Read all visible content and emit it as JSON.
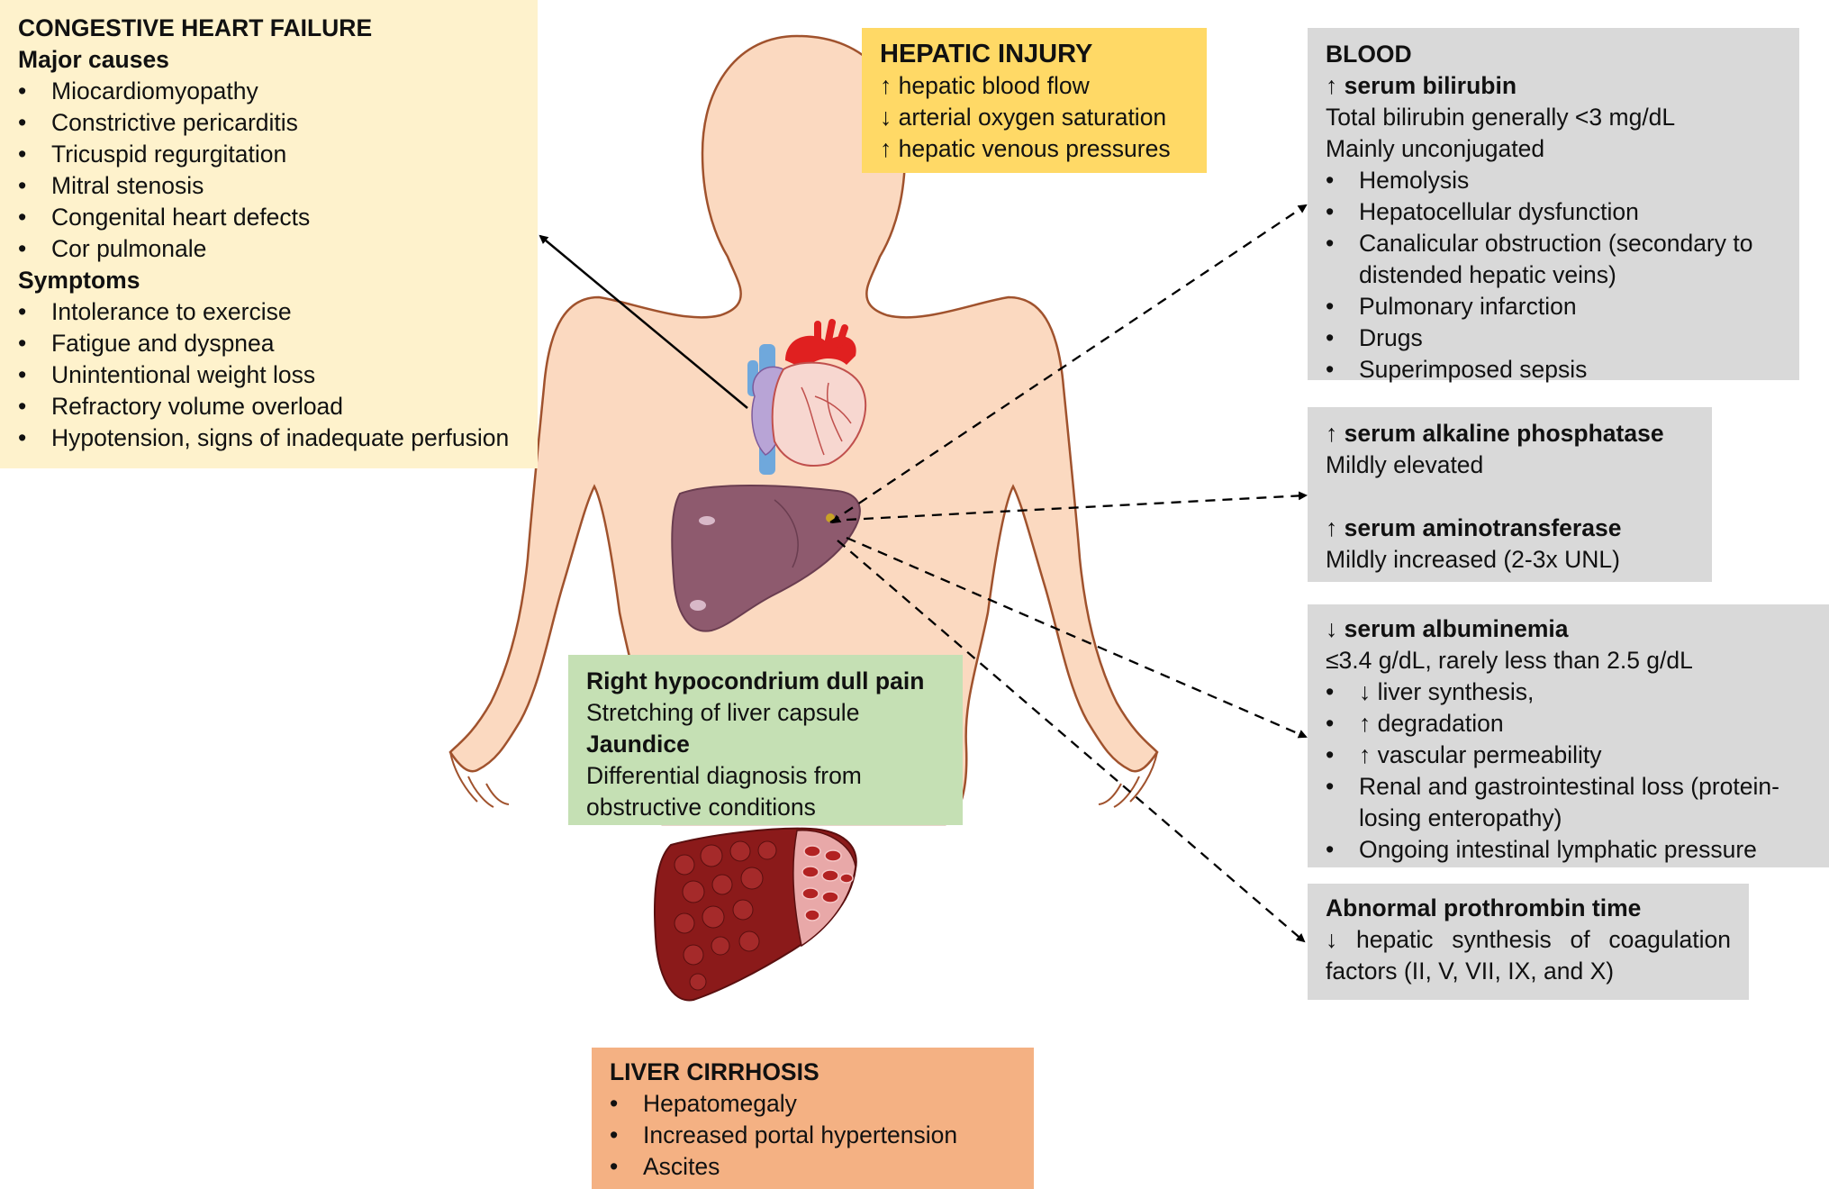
{
  "chf": {
    "title": "CONGESTIVE HEART FAILURE",
    "causes_heading": "Major causes",
    "causes": [
      "Miocardiomyopathy",
      "Constrictive pericarditis",
      "Tricuspid regurgitation",
      "Mitral stenosis",
      "Congenital heart defects",
      "Cor pulmonale"
    ],
    "symptoms_heading": "Symptoms",
    "symptoms": [
      "Intolerance to exercise",
      "Fatigue and dyspnea",
      "Unintentional weight loss",
      "Refractory volume overload",
      "Hypotension, signs of inadequate perfusion"
    ]
  },
  "hepatic_injury": {
    "title": "HEPATIC INJURY",
    "lines": [
      "↑ hepatic blood flow",
      "↓ arterial oxygen saturation",
      "↑ hepatic venous pressures"
    ]
  },
  "blood": {
    "title": "BLOOD",
    "subtitle": "↑ serum bilirubin",
    "lines": [
      "Total bilirubin generally <3 mg/dL",
      "Mainly unconjugated"
    ],
    "items": [
      "Hemolysis",
      "Hepatocellular dysfunction",
      "Canalicular obstruction (secondary to distended hepatic veins)",
      "Pulmonary infarction",
      "Drugs",
      "Superimposed sepsis"
    ]
  },
  "enzymes": {
    "alk_title": "↑ serum alkaline phosphatase",
    "alk_text": "Mildly elevated",
    "amino_title": "↑ serum aminotransferase",
    "amino_text": "Mildly increased (2-3x UNL)"
  },
  "albumin": {
    "title": "↓ serum albuminemia",
    "line": "≤3.4 g/dL, rarely less than 2.5 g/dL",
    "items": [
      "↓ liver synthesis,",
      "↑ degradation",
      "↑ vascular permeability",
      "Renal and gastrointestinal loss (protein-losing enteropathy)",
      "Ongoing intestinal lymphatic pressure"
    ]
  },
  "prothrombin": {
    "title": "Abnormal prothrombin time",
    "text": "↓ hepatic synthesis of coagulation factors (II, V, VII, IX, and X)"
  },
  "ruq": {
    "pain_title": "Right hypocondrium dull pain",
    "pain_text": "Stretching of liver capsule",
    "jaundice_title": "Jaundice",
    "jaundice_text": "Differential diagnosis from obstructive conditions"
  },
  "cirrhosis": {
    "title": "LIVER CIRRHOSIS",
    "items": [
      "Hepatomegaly",
      "Increased portal hypertension",
      "Ascites"
    ]
  },
  "colors": {
    "chf": "#fef2cc",
    "injury": "#ffd966",
    "lab": "#d9d9d9",
    "ruq": "#c5e0b4",
    "cirrhosis": "#f4b183",
    "skin": "#fbd9c0",
    "outline": "#a0522d",
    "liver": "#8e5a6e",
    "cirrhotic_liver": "#8b1a1a"
  }
}
